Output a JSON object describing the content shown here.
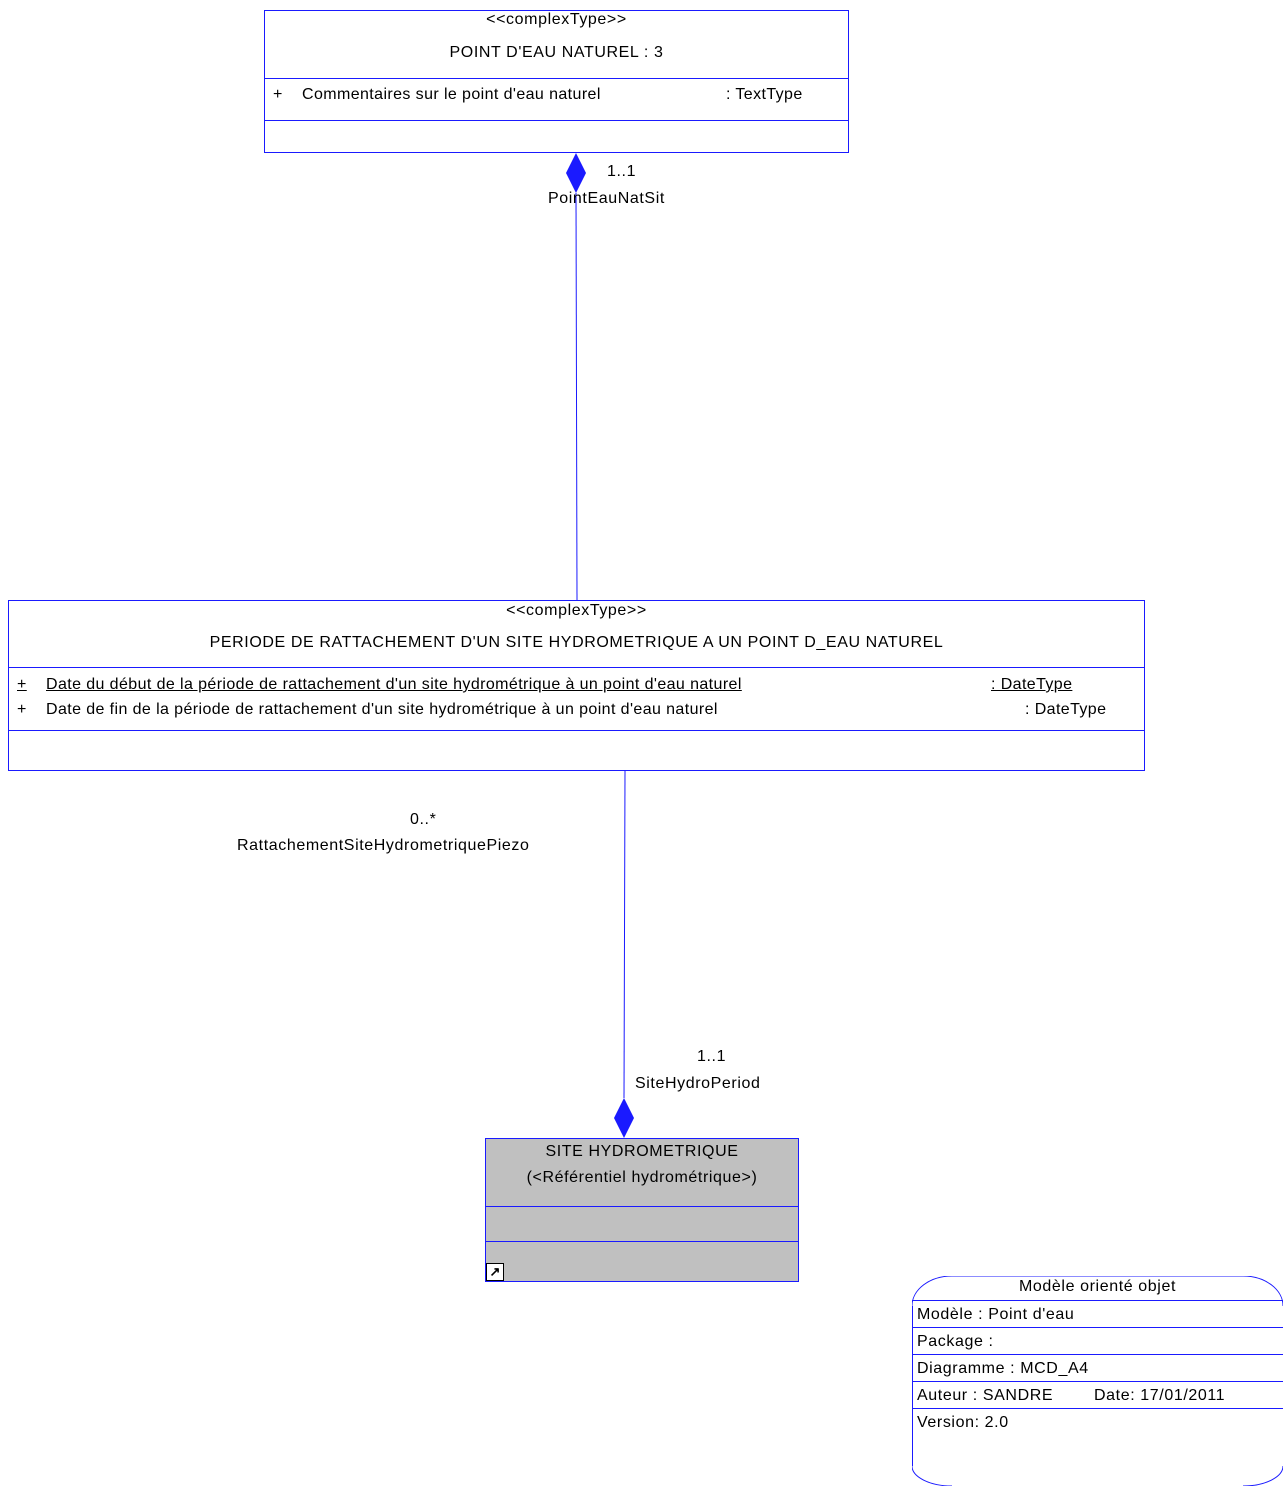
{
  "classes": {
    "point_eau": {
      "stereotype": "<<complexType>>",
      "name": "POINT D'EAU NATUREL : 3",
      "attributes": [
        {
          "vis": "+",
          "name": "Commentaires sur le point d'eau naturel",
          "type": ": TextType",
          "underlined": false
        }
      ]
    },
    "periode": {
      "stereotype": "<<complexType>>",
      "name": "PERIODE DE RATTACHEMENT D'UN SITE HYDROMETRIQUE A UN POINT D_EAU NATUREL",
      "attributes": [
        {
          "vis": "+",
          "name": "Date du début de la période de rattachement d'un site hydrométrique à un point d'eau naturel",
          "type": ": DateType",
          "underlined": true
        },
        {
          "vis": "+",
          "name": "Date de fin de la période de rattachement d'un site hydrométrique à un point d'eau naturel",
          "type": ": DateType",
          "underlined": false
        }
      ]
    },
    "site": {
      "name": "SITE HYDROMETRIQUE",
      "subtitle": "(<Référentiel hydrométrique>)",
      "shortcut_icon": "shortcut-arrow-icon"
    }
  },
  "associations": {
    "top": {
      "multiplicity": "1..1",
      "role": "PointEauNatSit"
    },
    "middle": {
      "multiplicity": "0..*",
      "role": "RattachementSiteHydrometriquePiezo"
    },
    "bottom": {
      "multiplicity": "1..1",
      "role": "SiteHydroPeriod"
    }
  },
  "title_block": {
    "heading": "Modèle orienté objet",
    "model": "Modèle : Point d'eau",
    "package": "Package :",
    "diagram": "Diagramme : MCD_A4",
    "author": "Auteur : SANDRE",
    "date": "Date: 17/01/2011",
    "version": "Version: 2.0"
  },
  "colors": {
    "line": "#1a1aff",
    "composition": "#1a1aff",
    "shortcut_fill": "#c0c0c0"
  }
}
